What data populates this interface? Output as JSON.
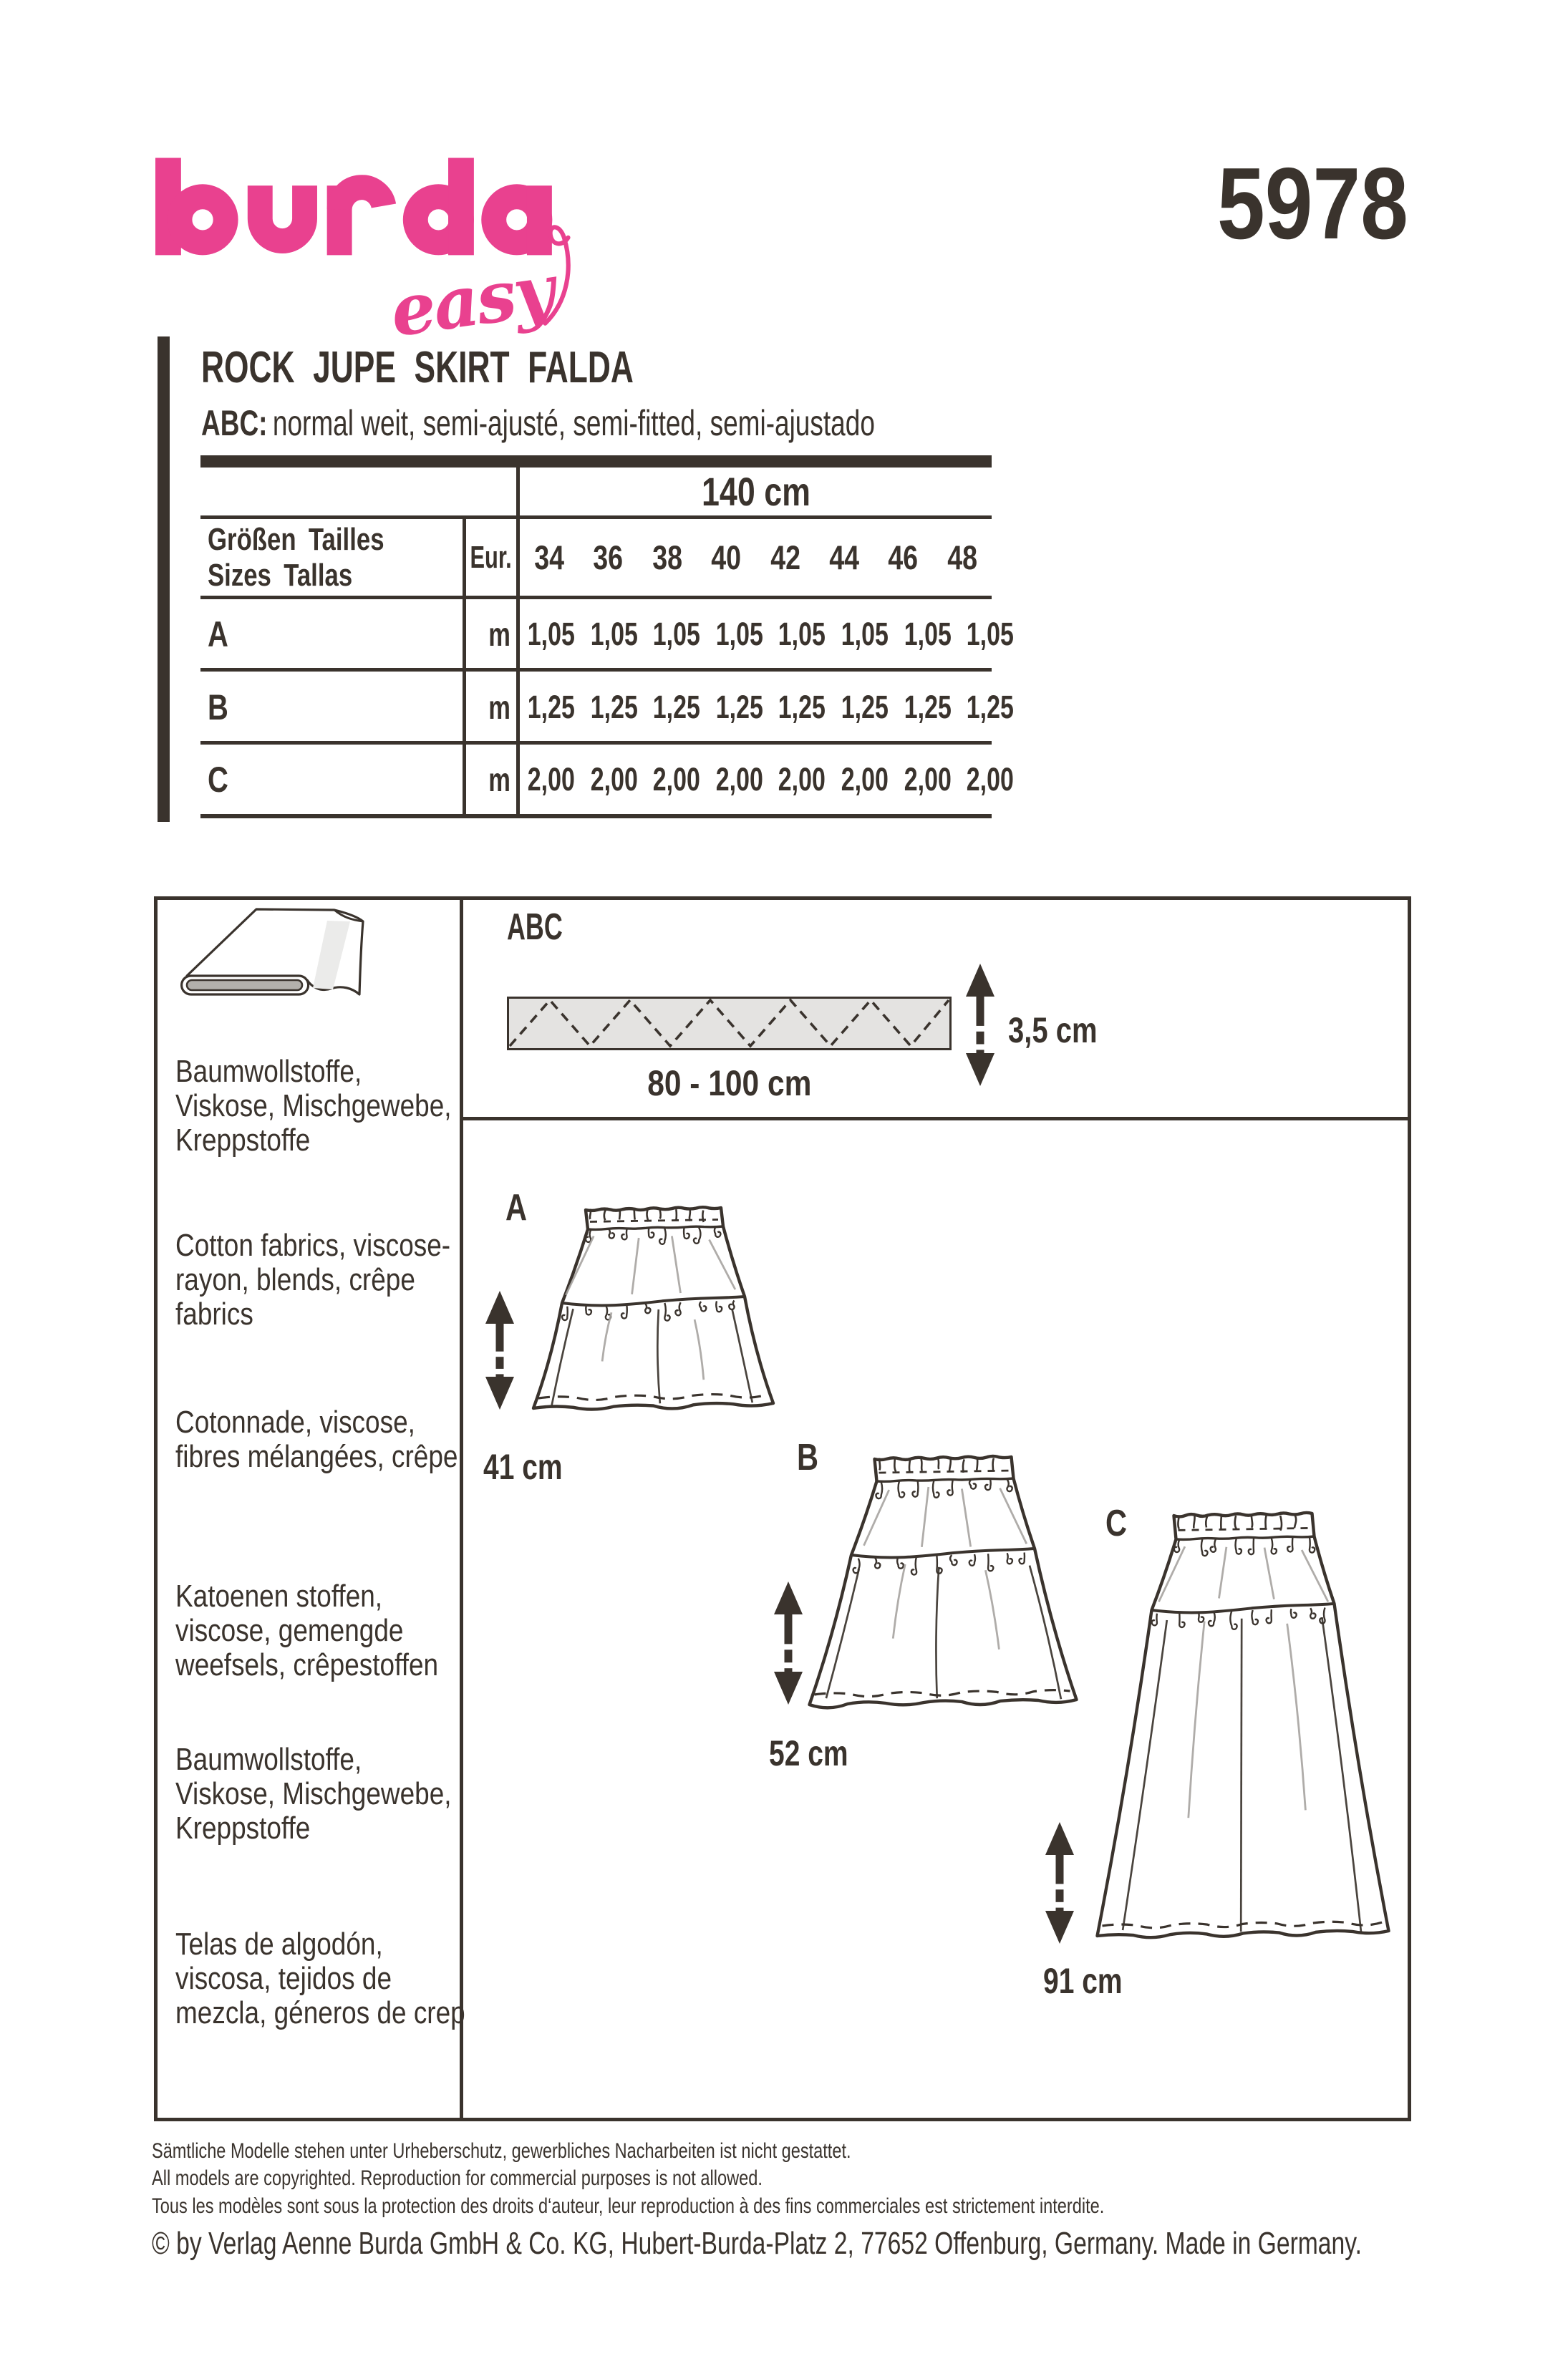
{
  "page": {
    "background": "#ffffff",
    "ink_color": "#3a332d",
    "brand_pink": "#e9418f"
  },
  "brand": {
    "wordmark": "burda",
    "sub_wordmark": "easy",
    "pattern_number": "5978"
  },
  "title": {
    "heading": "ROCK JUPE SKIRT FALDA",
    "fit_label": "ABC:",
    "fit_text": "normal weit, semi-ajusté, semi-fitted, semi-ajustado"
  },
  "fabric_table": {
    "fabric_width_header": "140 cm",
    "sizes_label_line1": "Größen Tailles",
    "sizes_label_line2": "Sizes Tallas",
    "unit_col_header": "Eur.",
    "sizes": [
      "34",
      "36",
      "38",
      "40",
      "42",
      "44",
      "46",
      "48"
    ],
    "rows": [
      {
        "view": "A",
        "unit": "m",
        "values": [
          "1,05",
          "1,05",
          "1,05",
          "1,05",
          "1,05",
          "1,05",
          "1,05",
          "1,05"
        ]
      },
      {
        "view": "B",
        "unit": "m",
        "values": [
          "1,25",
          "1,25",
          "1,25",
          "1,25",
          "1,25",
          "1,25",
          "1,25",
          "1,25"
        ]
      },
      {
        "view": "C",
        "unit": "m",
        "values": [
          "2,00",
          "2,00",
          "2,00",
          "2,00",
          "2,00",
          "2,00",
          "2,00",
          "2,00"
        ]
      }
    ]
  },
  "materials": {
    "paragraphs": [
      [
        "Baumwollstoffe,",
        "Viskose, Mischgewebe,",
        "Kreppstoffe"
      ],
      [
        "Cotton fabrics, viscose-",
        "rayon, blends, crêpe",
        "fabrics"
      ],
      [
        "Cotonnade, viscose,",
        "fibres mélangées, crêpe"
      ],
      [
        "Katoenen stoffen,",
        "viscose, gemengde",
        "weefsels, crêpestoffen"
      ],
      [
        "Baumwollstoffe,",
        "Viskose, Mischgewebe,",
        "Kreppstoffe"
      ],
      [
        "Telas de algodón,",
        "viscosa, tejidos de",
        "mezcla, géneros de crep"
      ]
    ]
  },
  "interfacing": {
    "views_label": "ABC",
    "width_label": "80 - 100 cm",
    "height_label": "3,5 cm"
  },
  "views": [
    {
      "label": "A",
      "length_label": "41 cm"
    },
    {
      "label": "B",
      "length_label": "52 cm"
    },
    {
      "label": "C",
      "length_label": "91 cm"
    }
  ],
  "footer": {
    "lines": [
      "Sämtliche Modelle stehen unter Urheberschutz, gewerbliches Nacharbeiten ist nicht gestattet.",
      "All models are copyrighted. Reproduction for commercial purposes is not allowed.",
      "Tous les modèles sont sous la protection des droits d‘auteur, leur reproduction à des fins commerciales est strictement interdite.",
      "© by Verlag Aenne Burda GmbH & Co. KG, Hubert-Burda-Platz 2, 77652 Offenburg, Germany. Made in Germany."
    ]
  }
}
